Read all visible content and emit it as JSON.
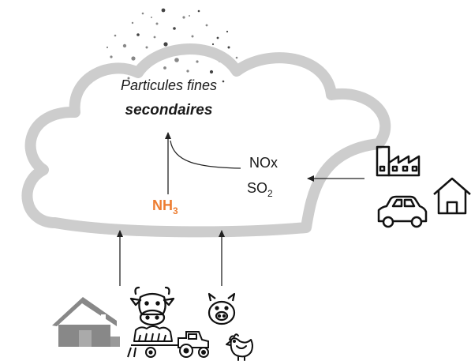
{
  "labels": {
    "fine_particles_line1": "Particules fines",
    "fine_particles_line2": "secondaires",
    "ammonia": {
      "base": "NH",
      "subscript": "3"
    },
    "nox": "NOx",
    "so2": {
      "base": "SO",
      "subscript": "2"
    }
  },
  "colors": {
    "cloud_outline": "#cccccc",
    "ammonia_text": "#ed7d31",
    "arrow": "#222222",
    "icon_stroke": "#111111",
    "barn": "#888888"
  },
  "icons": {
    "emitters_right": [
      "factory-icon",
      "house-icon",
      "car-icon"
    ],
    "emitters_bottom": [
      "barn-icon",
      "cow-icon",
      "pig-icon",
      "manure-spreader-icon",
      "tractor-icon",
      "chicken-icon"
    ],
    "particles": "particle-dots"
  }
}
